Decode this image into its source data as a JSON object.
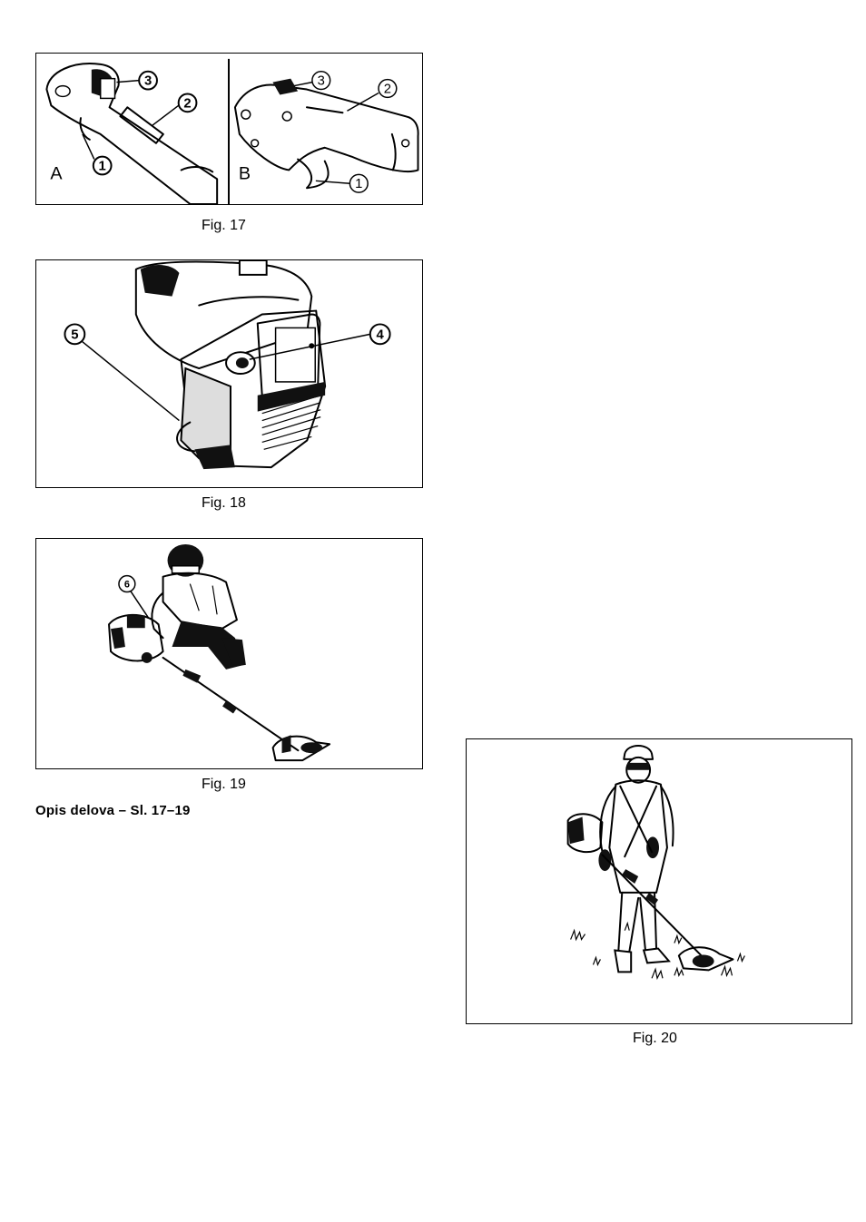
{
  "figures": {
    "fig17": {
      "caption": "Fig. 17",
      "panel_a_letter": "A",
      "panel_b_letter": "B",
      "callouts_a": [
        "3",
        "2",
        "1"
      ],
      "callouts_b": [
        "3",
        "2",
        "1"
      ]
    },
    "fig18": {
      "caption": "Fig. 18",
      "callouts": [
        "5",
        "4"
      ]
    },
    "fig19": {
      "caption": "Fig. 19",
      "callouts": [
        "6"
      ]
    },
    "fig20": {
      "caption": "Fig. 20"
    }
  },
  "section": {
    "title": "Opis delova – Sl. 17–19"
  }
}
